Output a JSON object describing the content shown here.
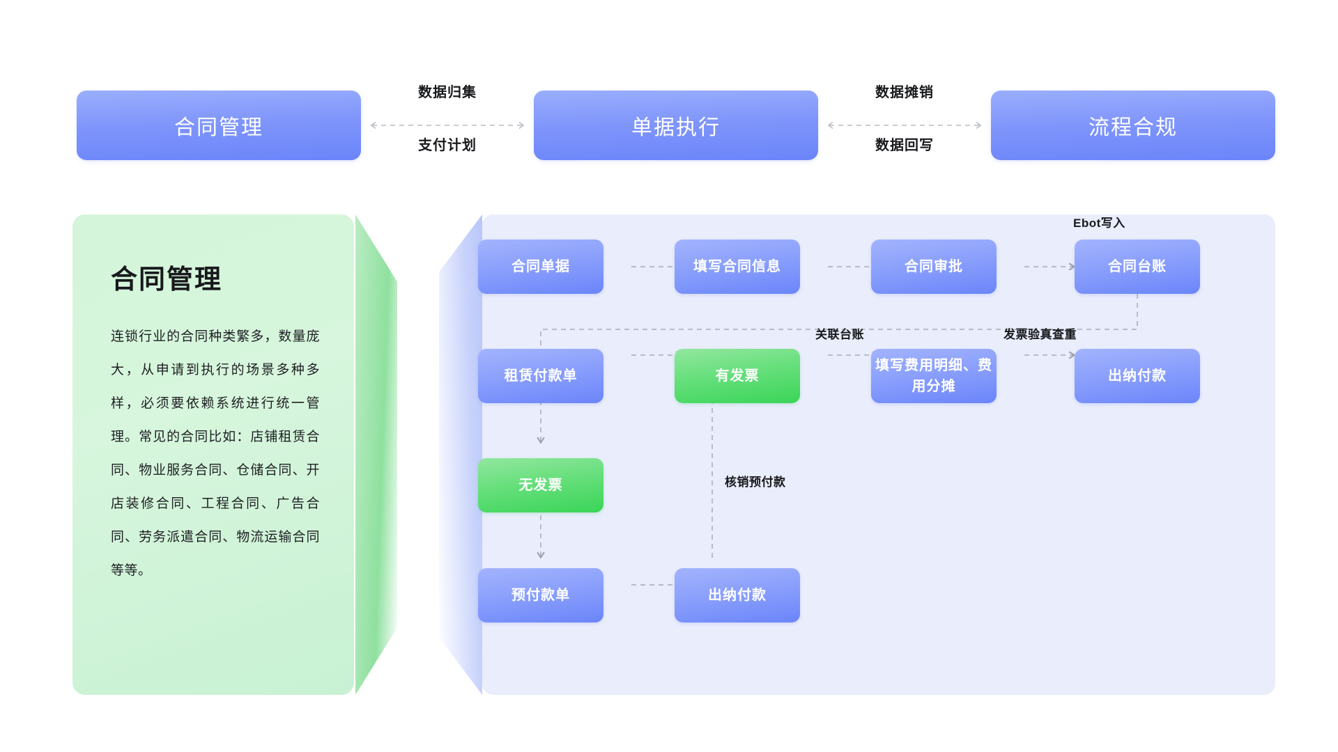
{
  "header": {
    "boxes": [
      {
        "label": "合同管理"
      },
      {
        "label": "单据执行"
      },
      {
        "label": "流程合规"
      }
    ],
    "connectors": [
      {
        "top_label": "数据归集",
        "bottom_label": "支付计划"
      },
      {
        "top_label": "数据摊销",
        "bottom_label": "数据回写"
      }
    ]
  },
  "side_card": {
    "title": "合同管理",
    "body": "连锁行业的合同种类繁多，数量庞大，从申请到执行的场景多种多样，必须要依赖系统进行统一管理。常见的合同比如：店铺租赁合同、物业服务合同、仓储合同、开店装修合同、工程合同、广告合同、劳务派遣合同、物流运输合同等等。"
  },
  "flow": {
    "nodes": [
      {
        "id": "n1",
        "label": "合同单据",
        "color": "blue"
      },
      {
        "id": "n2",
        "label": "填写合同信息",
        "color": "blue"
      },
      {
        "id": "n3",
        "label": "合同审批",
        "color": "blue"
      },
      {
        "id": "n4",
        "label": "合同台账",
        "color": "blue"
      },
      {
        "id": "n5",
        "label": "租赁付款单",
        "color": "blue"
      },
      {
        "id": "n6",
        "label": "有发票",
        "color": "green"
      },
      {
        "id": "n7",
        "label": "填写费用明细、费用分摊",
        "color": "blue"
      },
      {
        "id": "n8",
        "label": "出纳付款",
        "color": "blue"
      },
      {
        "id": "n9",
        "label": "无发票",
        "color": "green"
      },
      {
        "id": "n10",
        "label": "预付款单",
        "color": "blue"
      },
      {
        "id": "n11",
        "label": "出纳付款",
        "color": "blue"
      }
    ],
    "edge_labels": [
      {
        "id": "l1",
        "label": "Ebot写入"
      },
      {
        "id": "l2",
        "label": "关联台账"
      },
      {
        "id": "l3",
        "label": "发票验真查重"
      },
      {
        "id": "l4",
        "label": "核销预付款"
      }
    ]
  },
  "colors": {
    "blue_accent": "#6b85fa",
    "green_accent": "#3ad558",
    "panel_bg": "#e9edfc",
    "card_bg": "#d4f5da",
    "connector_gray": "#a8abb4"
  }
}
